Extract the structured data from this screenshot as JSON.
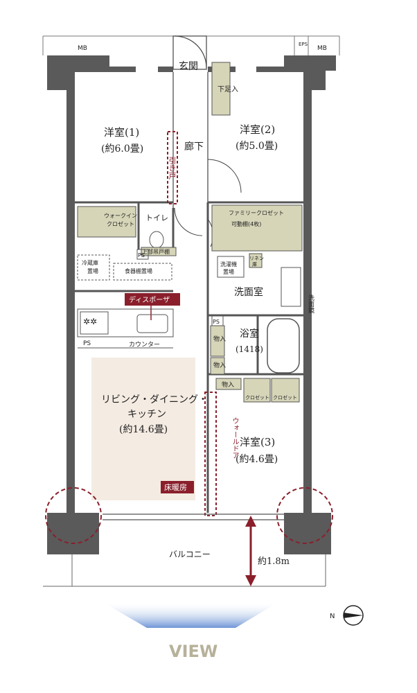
{
  "labels": {
    "mb_left": "MB",
    "mb_right": "MB",
    "eps": "EPS",
    "genkan": "玄関",
    "shoeire": "下足入",
    "western1_name": "洋室(1)",
    "western1_size": "(約6.0畳)",
    "hallway": "廊下",
    "sliding_door": "引き戸",
    "western2_name": "洋室(2)",
    "western2_size": "(約5.0畳)",
    "walkin_1": "ウォークイン",
    "walkin_2": "クロゼット",
    "toilet": "トイレ",
    "upper_cabinet": "上部吊戸棚",
    "family_closet": "ファミリークロゼット",
    "movable_shelf": "可動棚(4枚)",
    "ps1": "PS",
    "fridge_1": "冷蔵庫",
    "fridge_2": "置場",
    "dish_shelf": "食器棚置場",
    "washer_1": "洗濯機",
    "washer_2": "置場",
    "linen_1": "リネン",
    "linen_2": "庫",
    "washroom": "洗面室",
    "vanity": "洗面鏡",
    "disposer": "ディスポーザ",
    "ps2": "PS",
    "ps3": "PS",
    "counter": "カウンター",
    "storage1": "物入",
    "storage2": "物入",
    "storage3": "物入",
    "bath_name": "浴室",
    "bath_size": "(1418)",
    "ldk_1": "リビング・ダイニング・",
    "ldk_2": "キッチン",
    "ldk_size": "(約14.6畳)",
    "wall_door": "ウォールドア",
    "closet1": "クロゼット",
    "closet2": "クロゼット",
    "western3_name": "洋室(3)",
    "western3_size": "(約4.6畳)",
    "floor_heating": "床暖房",
    "balcony": "バルコニー",
    "balcony_depth": "約1.8m",
    "view": "VIEW",
    "north": "N"
  },
  "colors": {
    "wall": "#5a5a5a",
    "storage_fill": "#d6d5b8",
    "ldk_fill": "#f4ebe2",
    "accent_red": "#8a1f2b",
    "view_text": "#b7b19a",
    "view_arrow": "#6e95d6"
  }
}
